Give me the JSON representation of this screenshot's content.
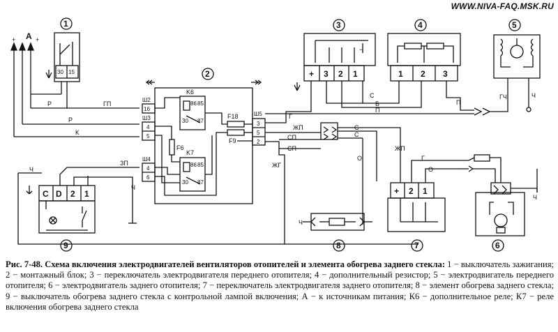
{
  "site_url": "WWW.NIVA-FAQ.MSK.RU",
  "component_numbers": [
    "1",
    "2",
    "3",
    "4",
    "5",
    "6",
    "7",
    "8",
    "9"
  ],
  "terminal_a": "А",
  "plus_signs": [
    "+",
    "+"
  ],
  "ignition": {
    "pins": [
      "30",
      "15"
    ]
  },
  "mounting_block": {
    "relay_k6": "K6",
    "relay_k7": "K7",
    "relay_pins": [
      "86",
      "85",
      "30",
      "87"
    ],
    "fuses": [
      "F18",
      "F9",
      "F6"
    ],
    "plugs": {
      "sh2": {
        "name": "Ш2",
        "pins": [
          "16"
        ]
      },
      "sh3": {
        "name": "Ш3",
        "pins": [
          "4",
          "5"
        ]
      },
      "sh4": {
        "name": "Ш4",
        "pins": [
          "4",
          "6"
        ]
      },
      "sh5": {
        "name": "Ш5",
        "pins": [
          "3",
          "5",
          "2"
        ]
      }
    }
  },
  "switch3_pins": [
    "+",
    "3",
    "2",
    "1"
  ],
  "resistor4_pins": [
    "1",
    "2",
    "3"
  ],
  "switch7_pins": [
    "+",
    "2",
    "1"
  ],
  "switch9_pins": [
    "C",
    "D",
    "2",
    "1"
  ],
  "wire_labels": {
    "r1": "Р",
    "r2": "Р",
    "k": "К",
    "gp": "ГП",
    "zp": "ЗП",
    "g1": "Г",
    "zhp1": "ЖП",
    "sp1": "СП",
    "sp2": "СП",
    "s1": "С",
    "s2": "С",
    "zhg": "ЖГ",
    "o1": "О",
    "s3": "С",
    "b": "Б",
    "p1": "П",
    "p2": "П",
    "gch": "ГЧ",
    "ch1": "Ч",
    "ch2": "Ч",
    "ch3": "Ч",
    "ch4": "Ч",
    "ch5": "Ч",
    "zhp2": "ЖП",
    "g2": "Г",
    "o2": "О"
  },
  "caption": {
    "title": "Рис. 7-48. Схема включения электродвигателей вентиляторов отопителей и элемента обогрева заднего стекла:",
    "body": " 1 − выключатель зажигания; 2 − монтажный блок; 3 − переключатель электродвигателя переднего отопителя; 4 − дополнительный резистор; 5 − электродвигатель переднего отопителя; 6 − электродвигатель заднего отопителя; 7 − переключатель электродвигателя заднего отопителя; 8 − элемент обогрева заднего стекла; 9 − выключатель обогрева заднего стекла с контрольной лампой включения; А − к источникам питания; К6 − дополнительное реле; К7 − реле включения обогрева заднего стекла"
  }
}
